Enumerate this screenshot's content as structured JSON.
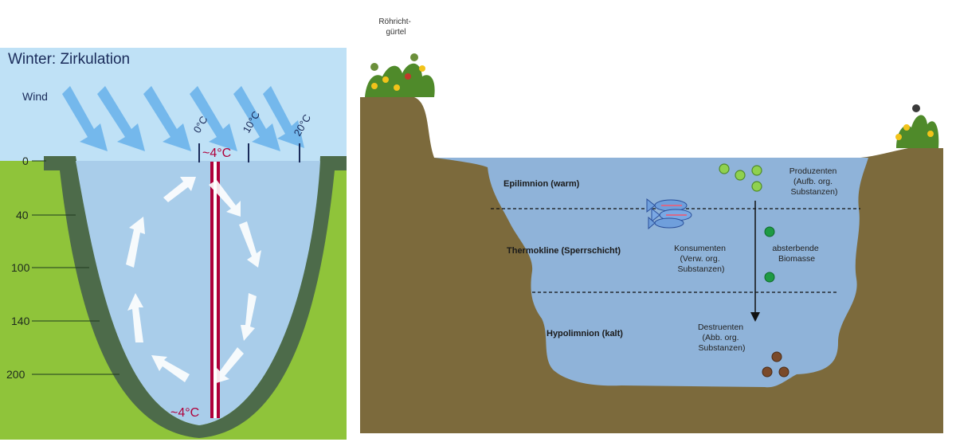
{
  "left_panel": {
    "title": "Winter: Zirkulation",
    "wind_label": "Wind",
    "depth_ticks": [
      "0",
      "40",
      "100",
      "140",
      "200"
    ],
    "surface_temps": [
      "0°C",
      "10°C",
      "20°C"
    ],
    "temp_top": "~4°C",
    "temp_bottom": "~4°C"
  },
  "right_panel": {
    "reed_label": "Röhricht-\ngürtel",
    "layers": {
      "epilimnion": "Epilimnion (warm)",
      "thermokline": "Thermokline (Sperrschicht)",
      "hypolimnion": "Hypolimnion (kalt)"
    },
    "producers": [
      "Produzenten",
      "(Aufb. org.",
      "Substanzen)"
    ],
    "consumers": [
      "Konsumenten",
      "(Verw. org.",
      "Substanzen)"
    ],
    "dying": [
      "absterbende",
      "Biomasse"
    ],
    "decomposers": [
      "Destruenten",
      "(Abb. org.",
      "Substanzen)"
    ]
  },
  "colors": {
    "sky": "#bfe1f6",
    "water": "#a9cdea",
    "grass": "#8fc43a",
    "basin_rim": "#4d6b4a",
    "soil": "#7c6a3c",
    "lake_right": "#8fb3d9",
    "temp_marker": "#b0003a",
    "producer_dot": "#8fd14f",
    "biomass_dot": "#1e9a44",
    "decomposer_dot": "#7a4a2a"
  }
}
